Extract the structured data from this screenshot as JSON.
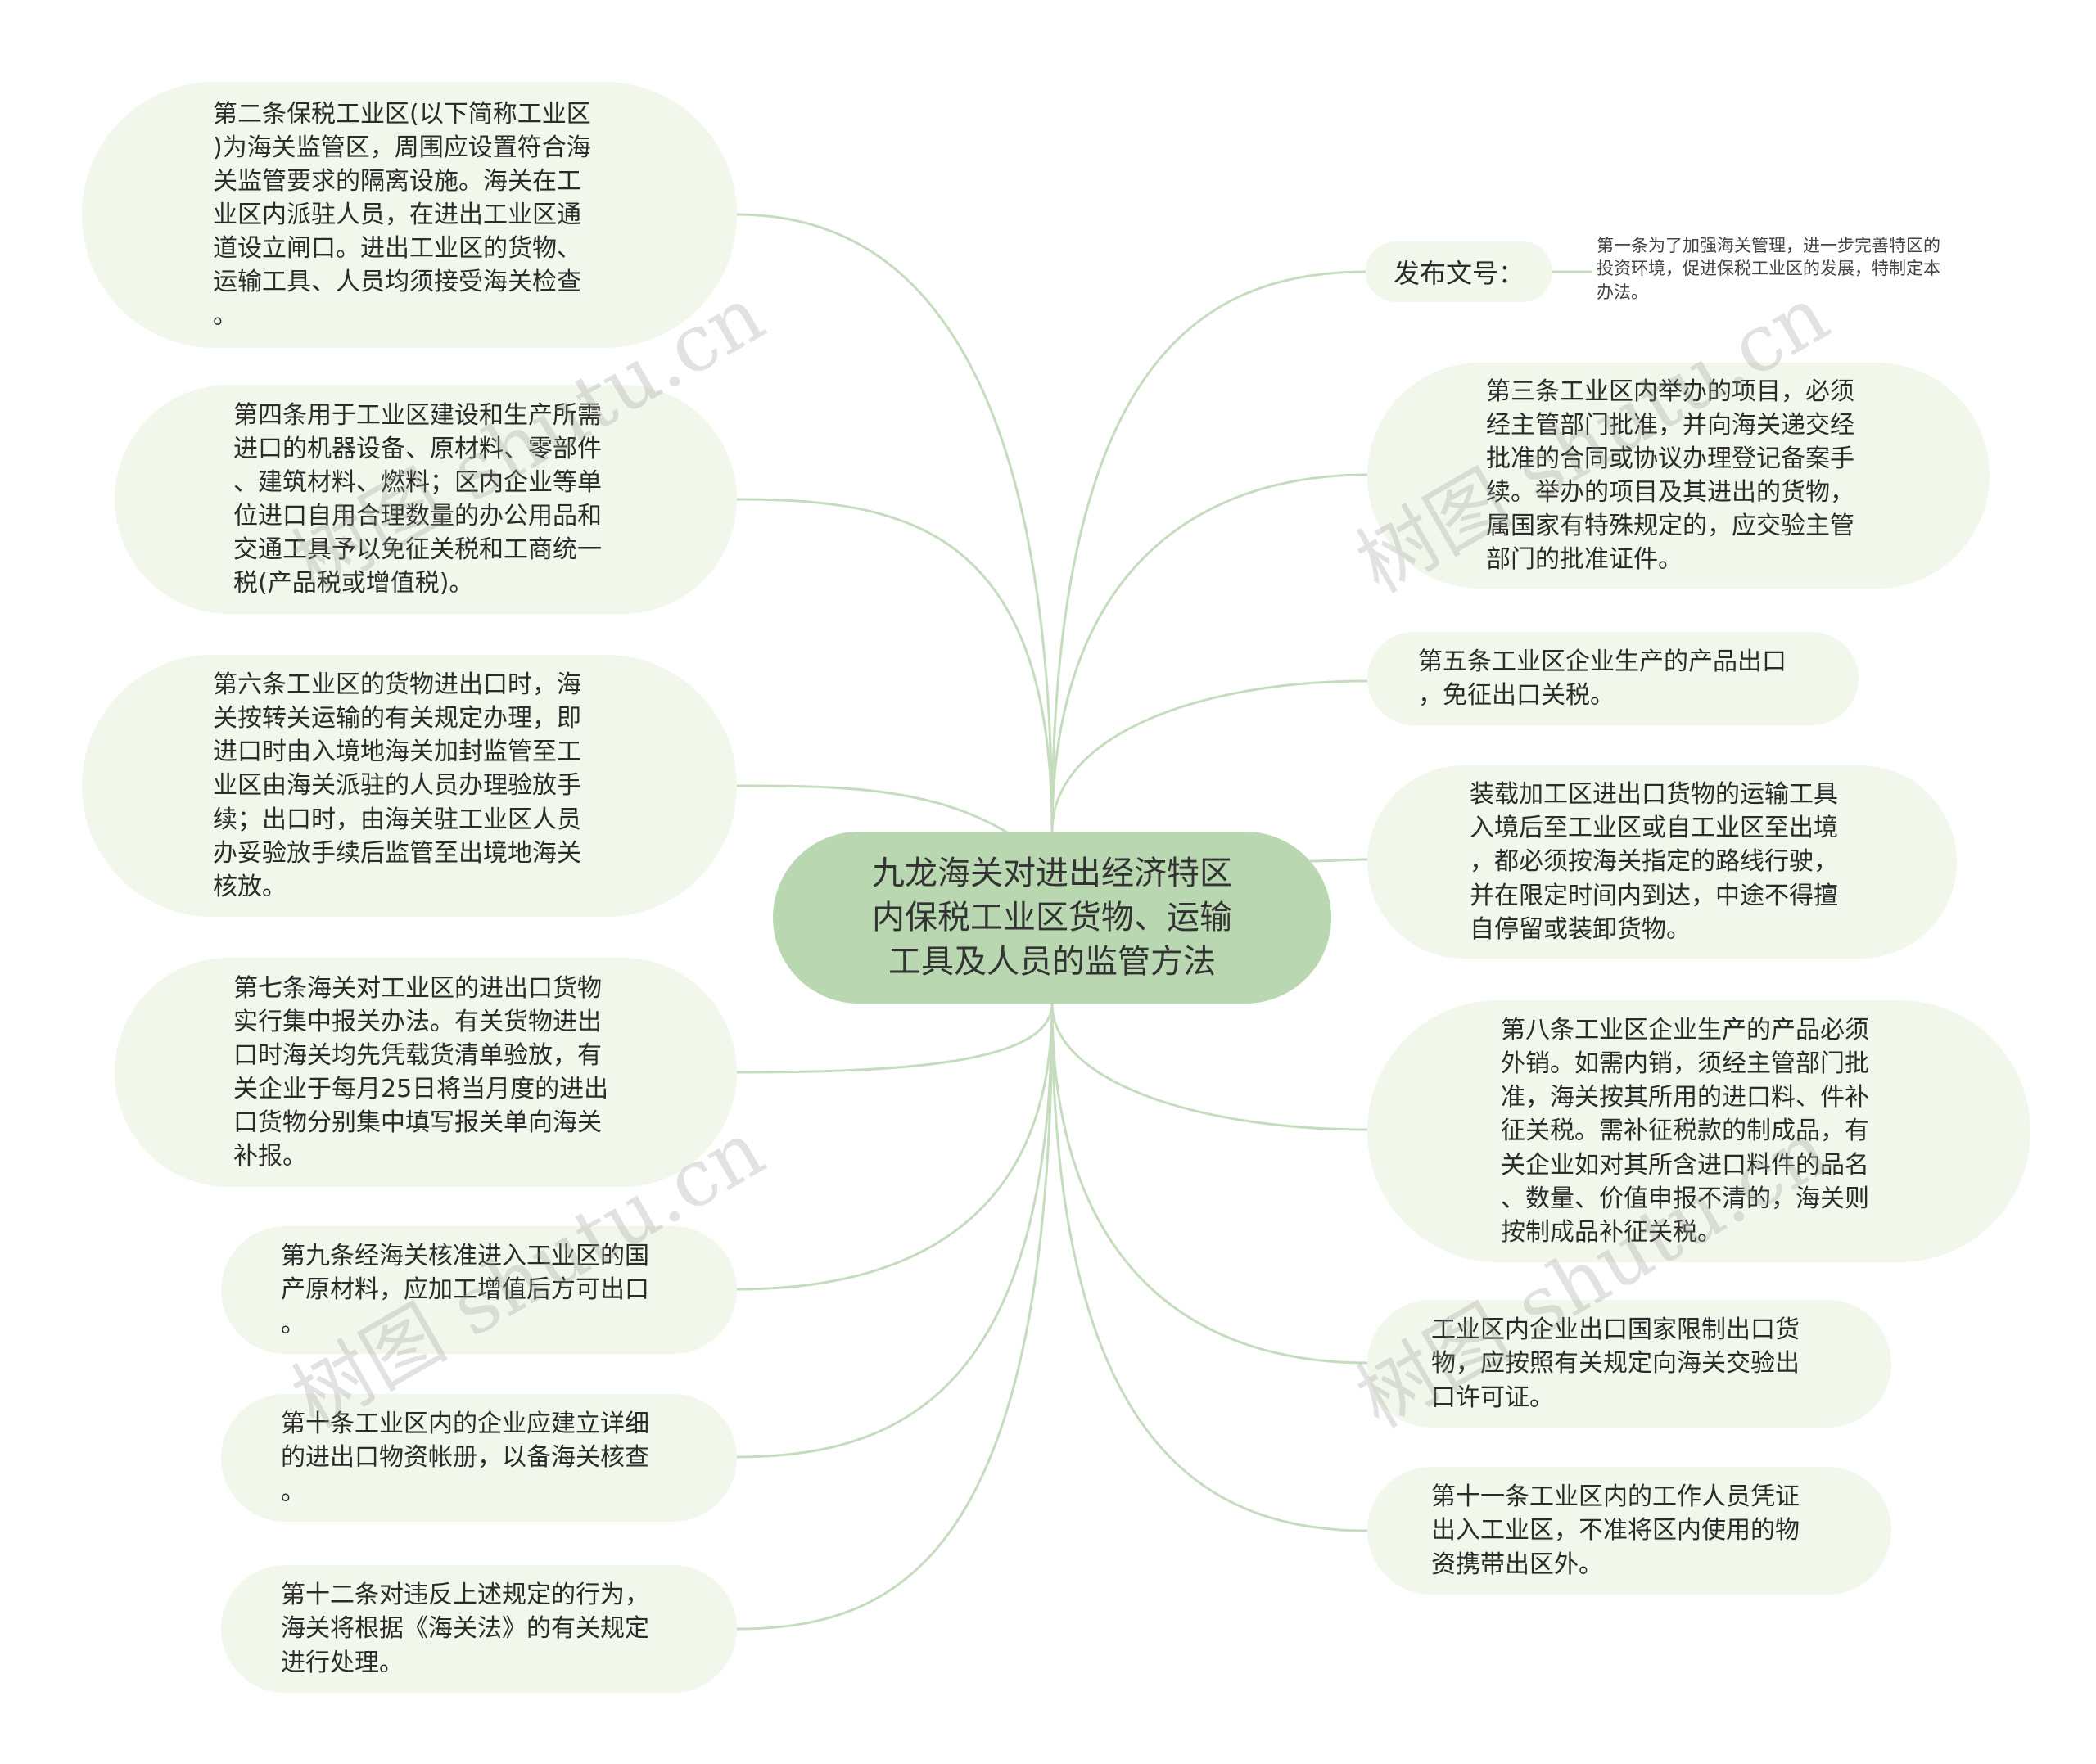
{
  "root": {
    "title": "九龙海关对进出经济特区\n内保税工业区货物、运输\n工具及人员的监管方法"
  },
  "left_nodes": [
    {
      "text": "第二条保税工业区(以下简称工业区\n)为海关监管区，周围应设置符合海\n关监管要求的隔离设施。海关在工\n业区内派驻人员，在进出工业区通\n道设立闸口。进出工业区的货物、\n运输工具、人员均须接受海关检查\n。"
    },
    {
      "text": "第四条用于工业区建设和生产所需\n进口的机器设备、原材料、零部件\n、建筑材料、燃料；区内企业等单\n位进口自用合理数量的办公用品和\n交通工具予以免征关税和工商统一\n税(产品税或增值税)。"
    },
    {
      "text": "第六条工业区的货物进出口时，海\n关按转关运输的有关规定办理，即\n进口时由入境地海关加封监管至工\n业区由海关派驻的人员办理验放手\n续；出口时，由海关驻工业区人员\n办妥验放手续后监管至出境地海关\n核放。"
    },
    {
      "text": "第七条海关对工业区的进出口货物\n实行集中报关办法。有关货物进出\n口时海关均先凭载货清单验放，有\n关企业于每月25日将当月度的进出\n口货物分别集中填写报关单向海关\n补报。"
    },
    {
      "text": "第九条经海关核准进入工业区的国\n产原材料，应加工增值后方可出口\n。"
    },
    {
      "text": "第十条工业区内的企业应建立详细\n的进出口物资帐册，以备海关核查\n。"
    },
    {
      "text": "第十二条对违反上述规定的行为，\n海关将根据《海关法》的有关规定\n进行处理。"
    }
  ],
  "right_tag": {
    "label": "发布文号：",
    "note": "第一条为了加强海关管理，进一步完善特区的\n投资环境，促进保税工业区的发展，特制定本\n办法。"
  },
  "right_nodes": [
    {
      "text": "第三条工业区内举办的项目，必须\n经主管部门批准，并向海关递交经\n批准的合同或协议办理登记备案手\n续。举办的项目及其进出的货物，\n属国家有特殊规定的，应交验主管\n部门的批准证件。"
    },
    {
      "text": "第五条工业区企业生产的产品出口\n，免征出口关税。"
    },
    {
      "text": "装载加工区进出口货物的运输工具\n入境后至工业区或自工业区至出境\n，都必须按海关指定的路线行驶，\n并在限定时间内到达，中途不得擅\n自停留或装卸货物。"
    },
    {
      "text": "第八条工业区企业生产的产品必须\n外销。如需内销，须经主管部门批\n准，海关按其所用的进口料、件补\n征关税。需补征税款的制成品，有\n关企业如对其所含进口料件的品名\n、数量、价值申报不清的，海关则\n按制成品补征关税。"
    },
    {
      "text": "工业区内企业出口国家限制出口货\n物，应按照有关规定向海关交验出\n口许可证。"
    },
    {
      "text": "第十一条工业区内的工作人员凭证\n出入工业区，不准将区内使用的物\n资携带出区外。"
    }
  ],
  "watermarks": [
    "树图 shutu.cn",
    "树图 shutu.cn",
    "树图 shutu.cn",
    "树图 shutu.cn"
  ],
  "colors": {
    "root_fill": "#b9d7b0",
    "node_fill": "#f1f7ea",
    "link": "#c5dcbf"
  }
}
